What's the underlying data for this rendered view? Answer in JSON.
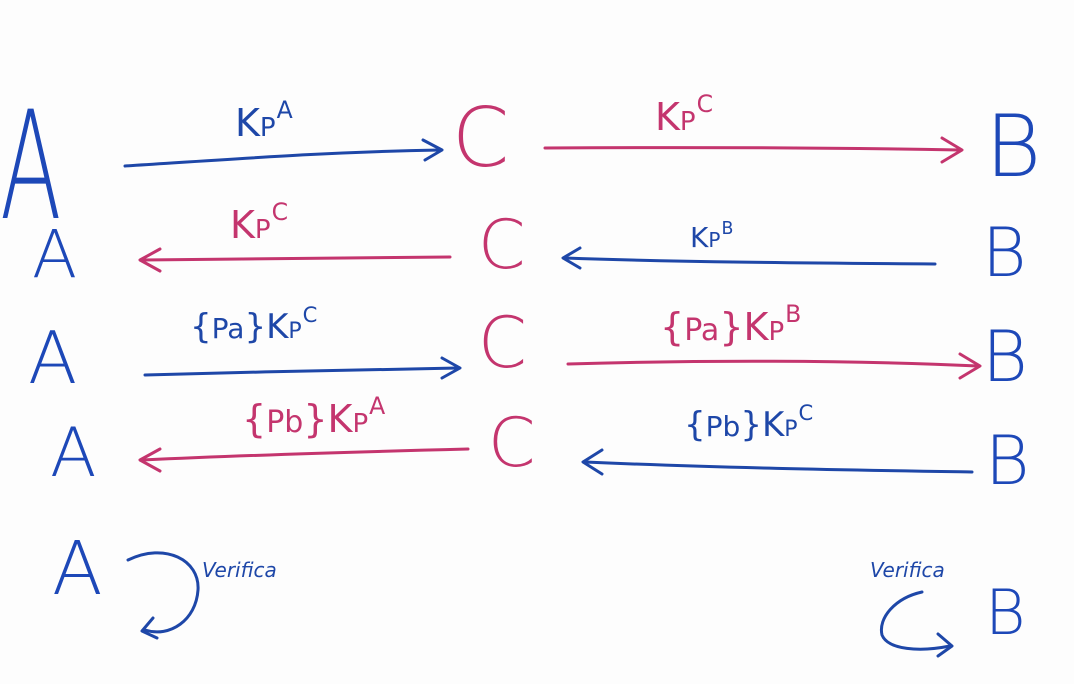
{
  "colors": {
    "blue": "#1e47a8",
    "pink": "#c4356e",
    "background": "#fdfdfd"
  },
  "rows": [
    {
      "left": "A",
      "mid": "C",
      "right": "B",
      "msg_left": {
        "base": "K",
        "sub": "P",
        "sup": "A",
        "direction": "A-to-C",
        "color": "blue"
      },
      "msg_right": {
        "base": "K",
        "sub": "P",
        "sup": "C",
        "direction": "C-to-B",
        "color": "pink"
      }
    },
    {
      "left": "A",
      "mid": "C",
      "right": "B",
      "msg_left": {
        "base": "K",
        "sub": "P",
        "sup": "C",
        "direction": "C-to-A",
        "color": "pink"
      },
      "msg_right": {
        "base": "K",
        "sub": "P",
        "sup": "B",
        "direction": "B-to-C",
        "color": "blue"
      }
    },
    {
      "left": "A",
      "mid": "C",
      "right": "B",
      "msg_left": {
        "brace_open": "{",
        "inner": "Pa",
        "brace_close": "}",
        "base": "K",
        "sub": "P",
        "sup": "C",
        "direction": "A-to-C",
        "color": "blue"
      },
      "msg_right": {
        "brace_open": "{",
        "inner": "Pa",
        "brace_close": "}",
        "base": "K",
        "sub": "P",
        "sup": "B",
        "direction": "C-to-B",
        "color": "pink"
      }
    },
    {
      "left": "A",
      "mid": "C",
      "right": "B",
      "msg_left": {
        "brace_open": "{",
        "inner": "Pb",
        "brace_close": "}",
        "base": "K",
        "sub": "P",
        "sup": "A",
        "direction": "C-to-A",
        "color": "pink"
      },
      "msg_right": {
        "brace_open": "{",
        "inner": "Pb",
        "brace_close": "}",
        "base": "K",
        "sub": "P",
        "sup": "C",
        "direction": "B-to-C",
        "color": "blue"
      }
    }
  ],
  "verify": {
    "left": {
      "node": "A",
      "label": "Verifica"
    },
    "right": {
      "node": "B",
      "label": "Verifica"
    }
  }
}
